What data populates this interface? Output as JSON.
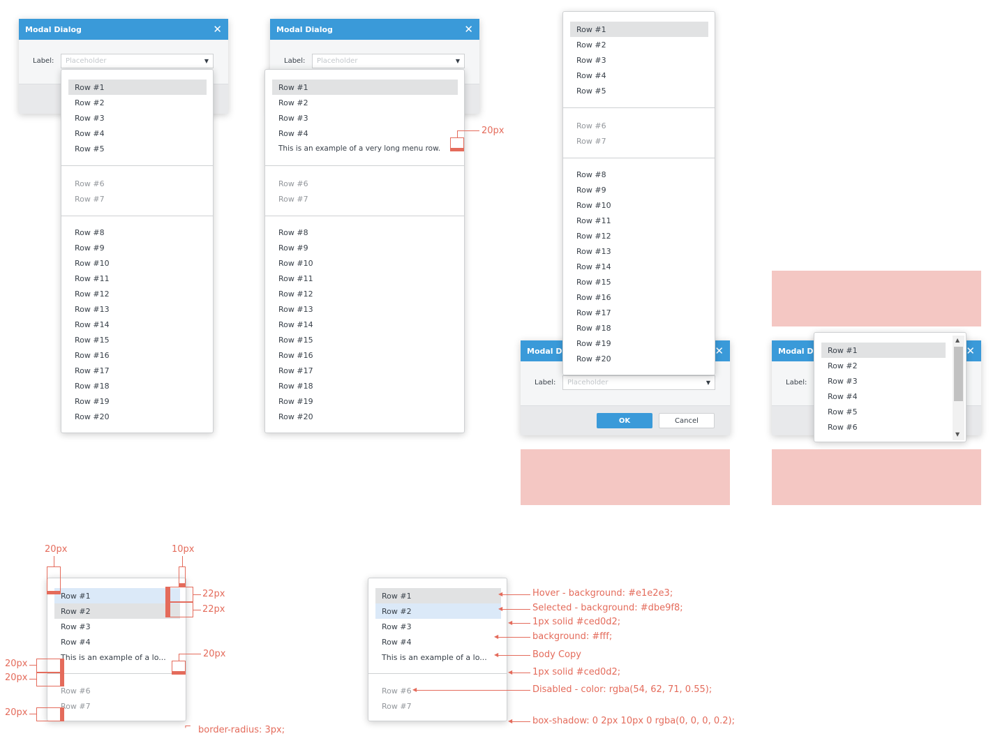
{
  "dialog": {
    "title": "Modal Dialog",
    "title_truncated": "Modal D",
    "label": "Label:",
    "placeholder": "Placeholder",
    "ok_label": "OK",
    "cancel_label": "Cancel"
  },
  "menu_a": {
    "group1": [
      "Row #1",
      "Row #2",
      "Row #3",
      "Row #4",
      "Row #5"
    ],
    "group2": [
      "Row #6",
      "Row #7"
    ],
    "group3": [
      "Row #8",
      "Row #9",
      "Row #10",
      "Row #11",
      "Row #12",
      "Row #13",
      "Row #14",
      "Row #15",
      "Row #16",
      "Row #17",
      "Row #18",
      "Row #19",
      "Row #20"
    ]
  },
  "menu_b": {
    "group1": [
      "Row #1",
      "Row #2",
      "Row #3",
      "Row #4",
      "This is an example of a very long menu row."
    ]
  },
  "menu_scroll": {
    "rows": [
      "Row #1",
      "Row #2",
      "Row #3",
      "Row #4",
      "Row #5",
      "Row #6"
    ]
  },
  "spec": {
    "rows": [
      "Row #1",
      "Row #2",
      "Row #3",
      "Row #4",
      "This is an example of a lo..."
    ],
    "disabled": [
      "Row #6",
      "Row #7"
    ]
  },
  "annotations": {
    "px20": "20px",
    "px10": "10px",
    "px22": "22px",
    "radius": "border-radius: 3px;",
    "hover": "Hover - background: #e1e2e3;",
    "selected": "Selected - background: #dbe9f8;",
    "border": "1px solid #ced0d2;",
    "bg": "background: #fff;",
    "body_copy": "Body Copy",
    "separator": "1px solid #ced0d2;",
    "disabled": "Disabled - color: rgba(54, 62, 71, 0.55);",
    "shadow": "box-shadow: 0 2px 10px 0 rgba(0, 0, 0, 0.2);"
  },
  "colors": {
    "header": "#3a9ad9",
    "hover": "#e1e2e3",
    "selected": "#dbe9f8",
    "border": "#ced0d2",
    "annotation": "#e46b5b",
    "placeholder_block": "#f4c7c3"
  },
  "icons": {
    "close": "close-icon",
    "caret": "caret-down-icon",
    "scroll_up": "chevron-up-icon",
    "scroll_down": "chevron-down-icon"
  }
}
